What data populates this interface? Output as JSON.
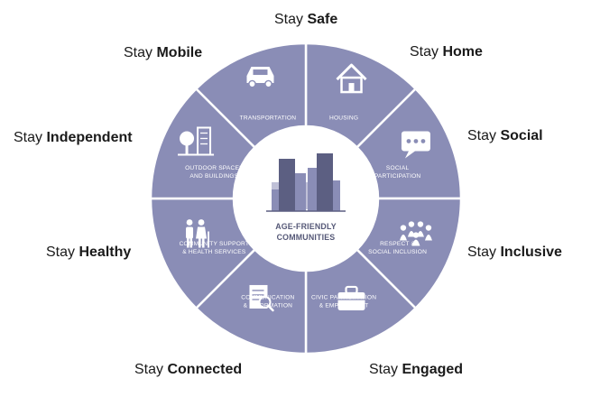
{
  "colors": {
    "segment_fill": "#8a8db6",
    "segment_divider": "#ffffff",
    "center_fill": "#ffffff",
    "building_dark": "#5c5f82",
    "building_light": "#8a8db6",
    "center_text": "#555877"
  },
  "center": {
    "label_line1": "AGE-FRIENDLY",
    "label_line2": "COMMUNITIES",
    "icon": "city-buildings-icon"
  },
  "domains": [
    {
      "id": "housing",
      "icon": "house-icon",
      "line1": "HOUSING",
      "line2": ""
    },
    {
      "id": "social-participation",
      "icon": "speech-bubble-icon",
      "line1": "SOCIAL",
      "line2": "PARTICIPATION"
    },
    {
      "id": "respect-inclusion",
      "icon": "group-people-icon",
      "line1": "RESPECT &",
      "line2": "SOCIAL INCLUSION"
    },
    {
      "id": "civic-participation",
      "icon": "briefcase-icon",
      "line1": "CIVIC PARTICIPATION",
      "line2": "& EMPLOYMENT"
    },
    {
      "id": "communication",
      "icon": "document-magnifier-icon",
      "line1": "COMMUNICATION",
      "line2": "& INFORMATION"
    },
    {
      "id": "community-support",
      "icon": "elderly-couple-icon",
      "line1": "COMMUNITY SUPPORT",
      "line2": "& HEALTH SERVICES"
    },
    {
      "id": "outdoor-spaces",
      "icon": "tree-building-icon",
      "line1": "OUTDOOR SPACES",
      "line2": "AND BUILDINGS"
    },
    {
      "id": "transportation",
      "icon": "car-icon",
      "line1": "TRANSPORTATION",
      "line2": ""
    }
  ],
  "stay_labels": [
    {
      "id": "safe",
      "prefix": "Stay",
      "word": "Safe"
    },
    {
      "id": "home",
      "prefix": "Stay",
      "word": "Home"
    },
    {
      "id": "social",
      "prefix": "Stay",
      "word": "Social"
    },
    {
      "id": "inclusive",
      "prefix": "Stay",
      "word": "Inclusive"
    },
    {
      "id": "engaged",
      "prefix": "Stay",
      "word": "Engaged"
    },
    {
      "id": "connected",
      "prefix": "Stay",
      "word": "Connected"
    },
    {
      "id": "healthy",
      "prefix": "Stay",
      "word": "Healthy"
    },
    {
      "id": "independent",
      "prefix": "Stay",
      "word": "Independent"
    },
    {
      "id": "mobile",
      "prefix": "Stay",
      "word": "Mobile"
    }
  ]
}
